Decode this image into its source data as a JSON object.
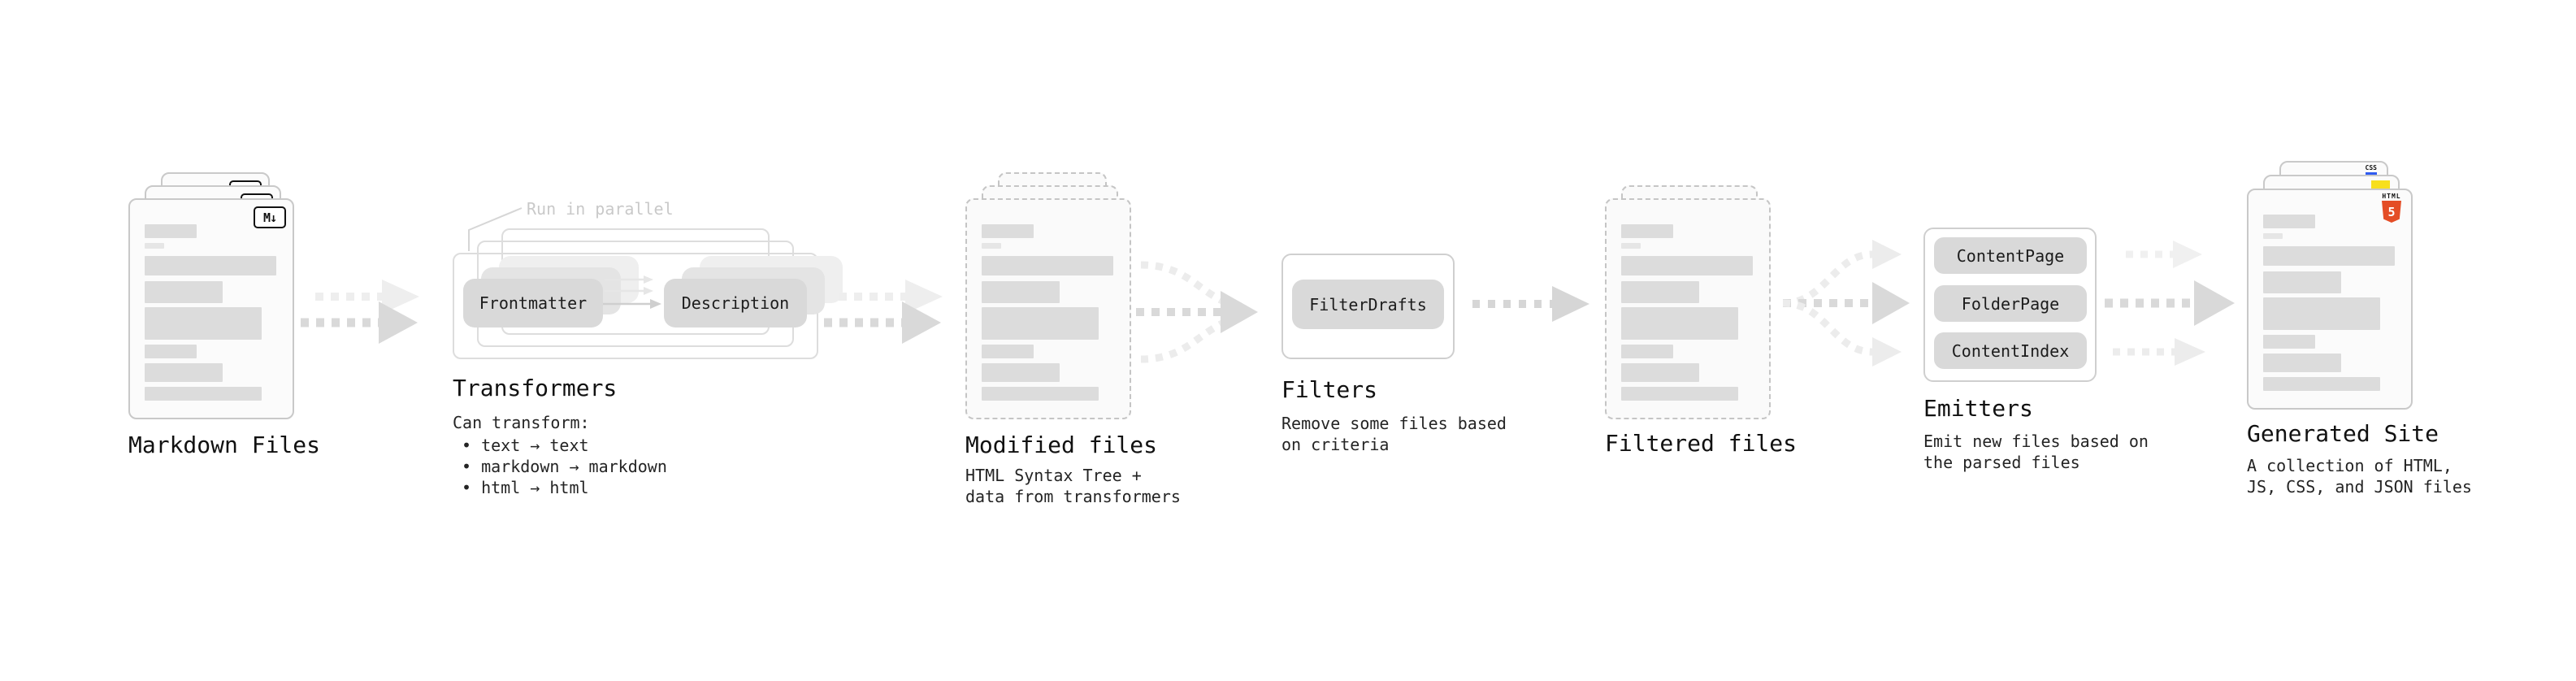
{
  "diagram": {
    "stages": {
      "markdown_files": {
        "label": "Markdown Files",
        "badge": "M↓"
      },
      "transformers": {
        "annotation": "Run in parallel",
        "chip_left": "Frontmatter",
        "chip_right": "Description",
        "title": "Transformers",
        "desc_heading": "Can transform:",
        "bullets": [
          "• text → text",
          "• markdown → markdown",
          "• html → html"
        ]
      },
      "modified_files": {
        "label": "Modified files",
        "desc_line1": "HTML Syntax Tree +",
        "desc_line2": "data from transformers"
      },
      "filters": {
        "title": "Filters",
        "chip": "FilterDrafts",
        "desc_line1": "Remove some files based",
        "desc_line2": "on criteria"
      },
      "filtered_files": {
        "label": "Filtered files"
      },
      "emitters": {
        "title": "Emitters",
        "chips": [
          "ContentPage",
          "FolderPage",
          "ContentIndex"
        ],
        "desc_line1": "Emit new files based on",
        "desc_line2": "the parsed files"
      },
      "generated_site": {
        "label": "Generated Site",
        "desc_line1": "A collection of HTML,",
        "desc_line2": "JS, CSS, and JSON files",
        "css_badge": "CSS",
        "html_badge_text": "HTML",
        "html_badge_number": "5"
      }
    },
    "colors": {
      "html5_orange": "#e44d26",
      "js_yellow": "#f7df1e",
      "css_blue": "#2f5bf0",
      "arrow_gray": "#d9d9d9",
      "arrow_light": "#ececec",
      "card_border": "#c9c9c9",
      "chip_gray": "#d9d9d9"
    }
  }
}
